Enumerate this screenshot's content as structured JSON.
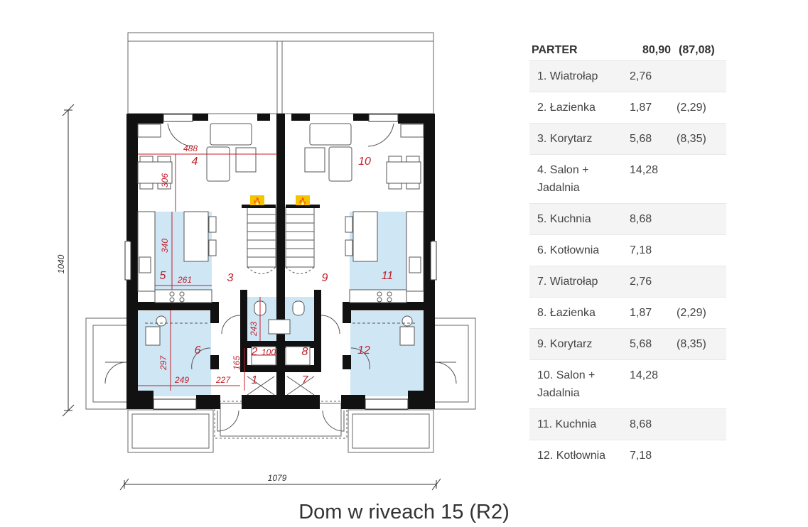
{
  "floor_plan": {
    "rooms": [
      {
        "num": "1"
      },
      {
        "num": "2"
      },
      {
        "num": "3"
      },
      {
        "num": "4"
      },
      {
        "num": "5"
      },
      {
        "num": "6"
      },
      {
        "num": "7"
      },
      {
        "num": "8"
      },
      {
        "num": "9"
      },
      {
        "num": "10"
      },
      {
        "num": "11"
      },
      {
        "num": "12"
      }
    ],
    "dimensions": [
      "488",
      "306",
      "340",
      "261",
      "297",
      "249",
      "227",
      "165",
      "243",
      "100"
    ],
    "total_height": "1040",
    "total_width": "1079"
  },
  "table": {
    "header": {
      "label": "PARTER",
      "area": "80,90",
      "gross": "(87,08)"
    },
    "rows": [
      {
        "name": "1. Wiatrołap",
        "area": "2,76",
        "gross": ""
      },
      {
        "name": "2. Łazienka",
        "area": "1,87",
        "gross": "(2,29)"
      },
      {
        "name": "3. Korytarz",
        "area": "5,68",
        "gross": "(8,35)"
      },
      {
        "name": "4. Salon + Jadalnia",
        "area": "14,28",
        "gross": ""
      },
      {
        "name": "5. Kuchnia",
        "area": "8,68",
        "gross": ""
      },
      {
        "name": "6. Kotłownia",
        "area": "7,18",
        "gross": ""
      },
      {
        "name": "7. Wiatrołap",
        "area": "2,76",
        "gross": ""
      },
      {
        "name": "8. Łazienka",
        "area": "1,87",
        "gross": "(2,29)"
      },
      {
        "name": "9. Korytarz",
        "area": "5,68",
        "gross": "(8,35)"
      },
      {
        "name": "10. Salon + Jadalnia",
        "area": "14,28",
        "gross": ""
      },
      {
        "name": "11. Kuchnia",
        "area": "8,68",
        "gross": ""
      },
      {
        "name": "12. Kotłownia",
        "area": "7,18",
        "gross": ""
      }
    ]
  },
  "caption": "Dom w riveach 15 (R2)",
  "colors": {
    "wall": "#111111",
    "blue_area": "#cfe6f5",
    "dimension_red": "#c0202a",
    "fireplace": "#f5c400"
  }
}
